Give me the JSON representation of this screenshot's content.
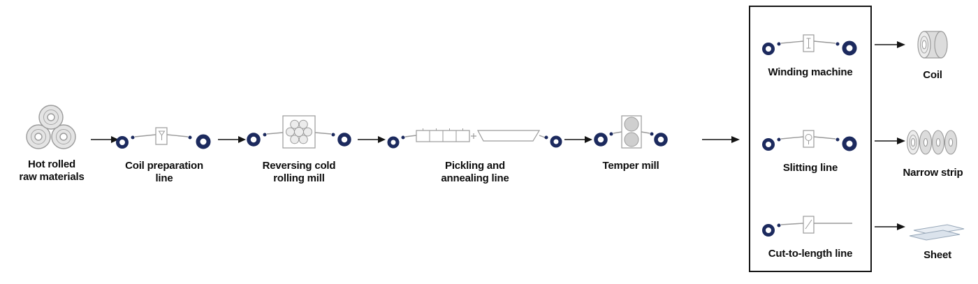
{
  "stages": {
    "raw": {
      "label": "Hot rolled\nraw materials"
    },
    "coil_prep": {
      "label": "Coil preparation\nline"
    },
    "reversing": {
      "label": "Reversing cold\nrolling mill"
    },
    "pickling": {
      "label": "Pickling and\nannealing line"
    },
    "temper": {
      "label": "Temper mill"
    },
    "winding": {
      "label": "Winding machine"
    },
    "slitting": {
      "label": "Slitting line"
    },
    "cut_to_length": {
      "label": "Cut-to-length line"
    }
  },
  "outputs": {
    "coil": {
      "label": "Coil"
    },
    "narrow_strip": {
      "label": "Narrow strip"
    },
    "sheet": {
      "label": "Sheet"
    }
  },
  "icons": {
    "raw": "stacked-coils-icon",
    "coil_prep": "coil-line-welder-icon",
    "reversing": "cluster-mill-icon",
    "pickling": "tank-line-icon",
    "temper": "two-high-mill-icon",
    "winding": "winder-icon",
    "slitting": "slitter-icon",
    "cut_to_length": "shear-line-icon",
    "coil_out": "coil-3d-icon",
    "narrow_strip": "coil-discs-icon",
    "sheet": "sheets-icon"
  },
  "colors": {
    "coil_ring": "#1c2a5e",
    "machine_outline": "#9a9a9a",
    "arrow": "#141414",
    "finishing_box_border": "#141414",
    "background": "#ffffff",
    "label_text": "#0d0d0d"
  }
}
